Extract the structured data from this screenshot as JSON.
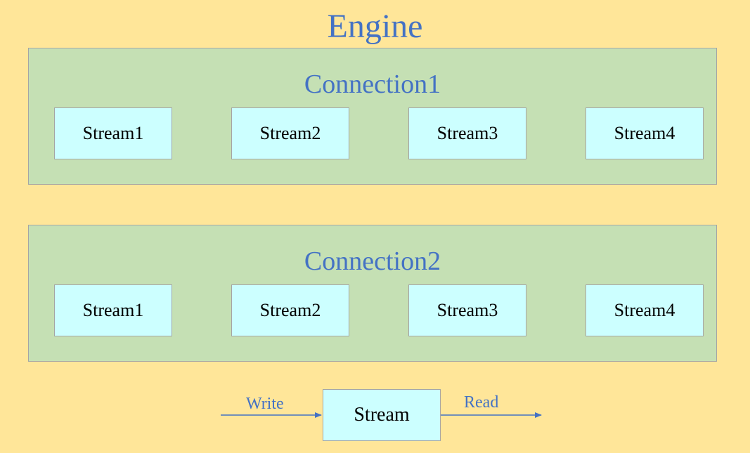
{
  "engine": {
    "title": "Engine"
  },
  "connections": [
    {
      "title": "Connection1",
      "streams": [
        "Stream1",
        "Stream2",
        "Stream3",
        "Stream4"
      ]
    },
    {
      "title": "Connection2",
      "streams": [
        "Stream1",
        "Stream2",
        "Stream3",
        "Stream4"
      ]
    }
  ],
  "legend": {
    "write_label": "Write",
    "stream_label": "Stream",
    "read_label": "Read"
  },
  "colors": {
    "background": "#FFE699",
    "connection_fill": "#C5E0B4",
    "stream_fill": "#CCFFFF",
    "title_text": "#4472C4",
    "arrow": "#4472C4",
    "border": "#A5A5A5"
  }
}
